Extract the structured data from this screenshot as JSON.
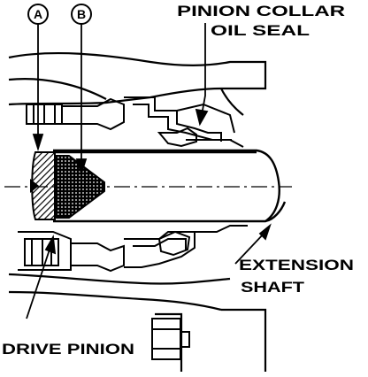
{
  "labels": {
    "callout_a": "A",
    "callout_b": "B",
    "pinion_collar_line1": "PINION COLLAR",
    "pinion_collar_line2": "OIL SEAL",
    "extension_line1": "EXTENSION",
    "extension_line2": "SHAFT",
    "drive_pinion": "DRIVE PINION"
  },
  "colors": {
    "ink": "#000000",
    "paper": "#ffffff",
    "hatch": "#000000"
  }
}
